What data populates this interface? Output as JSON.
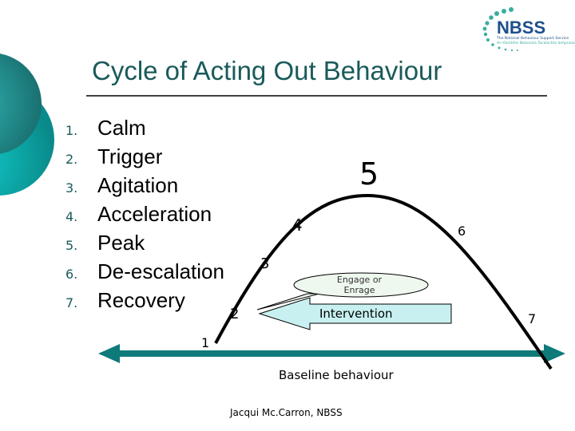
{
  "title": "Cycle of Acting Out Behaviour",
  "steps": [
    {
      "n": "1.",
      "label": "Calm"
    },
    {
      "n": "2.",
      "label": "Trigger"
    },
    {
      "n": "3.",
      "label": "Agitation"
    },
    {
      "n": "4.",
      "label": "Acceleration"
    },
    {
      "n": "5.",
      "label": "Peak"
    },
    {
      "n": "6.",
      "label": "De-escalation"
    },
    {
      "n": "7.",
      "label": "Recovery"
    }
  ],
  "diagram": {
    "phase_numbers": [
      "1",
      "2",
      "3",
      "4",
      "5",
      "6",
      "7"
    ],
    "callout": "Engage or Enrage",
    "arrow": "Intervention",
    "baseline": "Baseline behaviour"
  },
  "logo": {
    "text": "NBSS",
    "tagline": "The National Behaviour Support Service",
    "tagline_irish": "An tSeirbhís Náisiúnta Tacaíochta Iompraíochta"
  },
  "footer": "Jacqui Mc.Carron, NBSS",
  "colors": {
    "teal": "#0e7a7a",
    "title": "#1a5a5a",
    "callout": "#eef8ee",
    "arrow_fill": "#c8f0f0"
  }
}
